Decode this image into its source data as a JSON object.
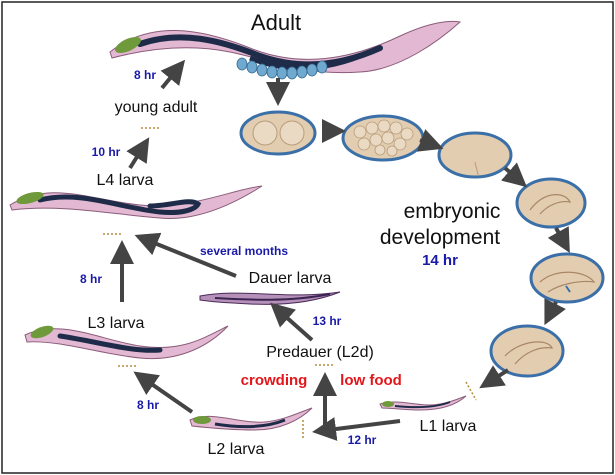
{
  "title": "Adult",
  "stages": {
    "young_adult": "young adult",
    "l4": "L4 larva",
    "l3": "L3 larva",
    "l2": "L2 larva",
    "l1": "L1 larva",
    "dauer": "Dauer larva",
    "predauer": "Predauer (L2d)"
  },
  "embryonic": {
    "line1": "embryonic",
    "line2": "development",
    "time": "14 hr"
  },
  "times": {
    "adult": "8 hr",
    "young_adult": "10 hr",
    "l4": "8 hr",
    "l2": "8 hr",
    "l1": "12 hr",
    "predauer": "13 hr",
    "dauer": "several months"
  },
  "conditions": {
    "crowding": "crowding",
    "low_food": "low food"
  },
  "colors": {
    "arrow": "#444444",
    "time_text": "#1a1aaa",
    "condition_text": "#e3161b",
    "worm_body": "#e3b8d2",
    "worm_gut": "#1e2c4a",
    "worm_head": "#6f9a3c",
    "embryo_shell": "#3a6fa8",
    "embryo_fill": "#e2cdb0"
  }
}
